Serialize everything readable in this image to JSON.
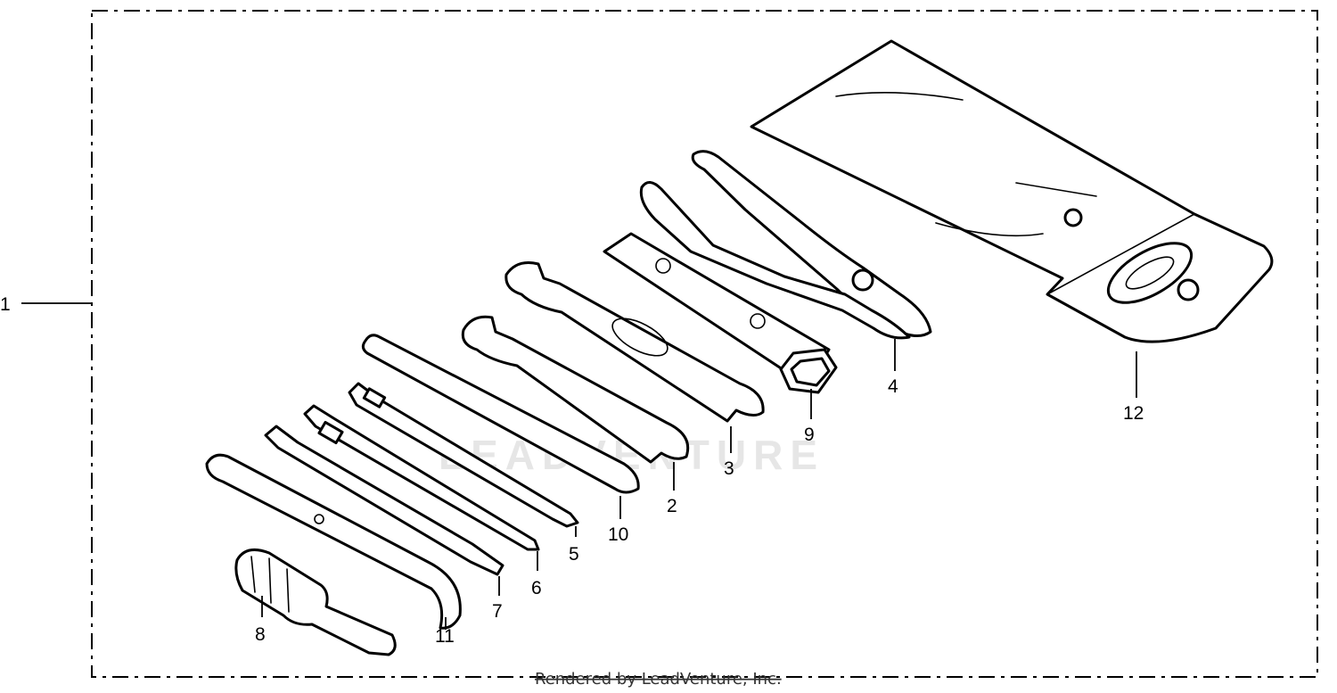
{
  "diagram": {
    "watermark": "LEADVENTURE",
    "credit": "Rendered by LeadVenture, Inc.",
    "callouts": [
      {
        "id": "1",
        "label": "1"
      },
      {
        "id": "2",
        "label": "2"
      },
      {
        "id": "3",
        "label": "3"
      },
      {
        "id": "4",
        "label": "4"
      },
      {
        "id": "5",
        "label": "5"
      },
      {
        "id": "6",
        "label": "6"
      },
      {
        "id": "7",
        "label": "7"
      },
      {
        "id": "8",
        "label": "8"
      },
      {
        "id": "9",
        "label": "9"
      },
      {
        "id": "10",
        "label": "10"
      },
      {
        "id": "11",
        "label": "11"
      },
      {
        "id": "12",
        "label": "12"
      }
    ]
  }
}
